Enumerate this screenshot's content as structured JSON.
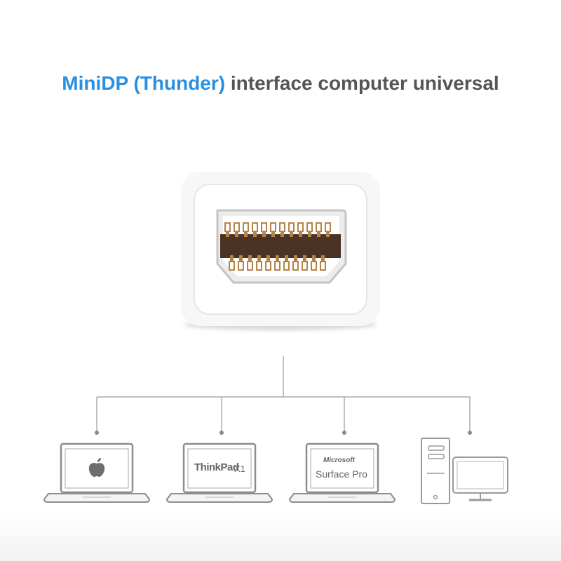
{
  "headline": {
    "highlight": "MiniDP (Thunder)",
    "rest": "interface computer universal",
    "highlight_color": "#2b8fe0",
    "rest_color": "#555555"
  },
  "adapter": {
    "icon": "mini-displayport-connector-icon",
    "pin_color": "#b5834a",
    "body_color": "#f5f5f5"
  },
  "devices": [
    {
      "icon": "apple-laptop-icon",
      "screen_icon": "apple-logo-icon"
    },
    {
      "icon": "thinkpad-laptop-icon",
      "brand": "ThinkPad",
      "model": "X1"
    },
    {
      "icon": "surface-laptop-icon",
      "brand": "Microsoft",
      "model": "Surface Pro"
    },
    {
      "icon": "desktop-computer-icon"
    }
  ]
}
